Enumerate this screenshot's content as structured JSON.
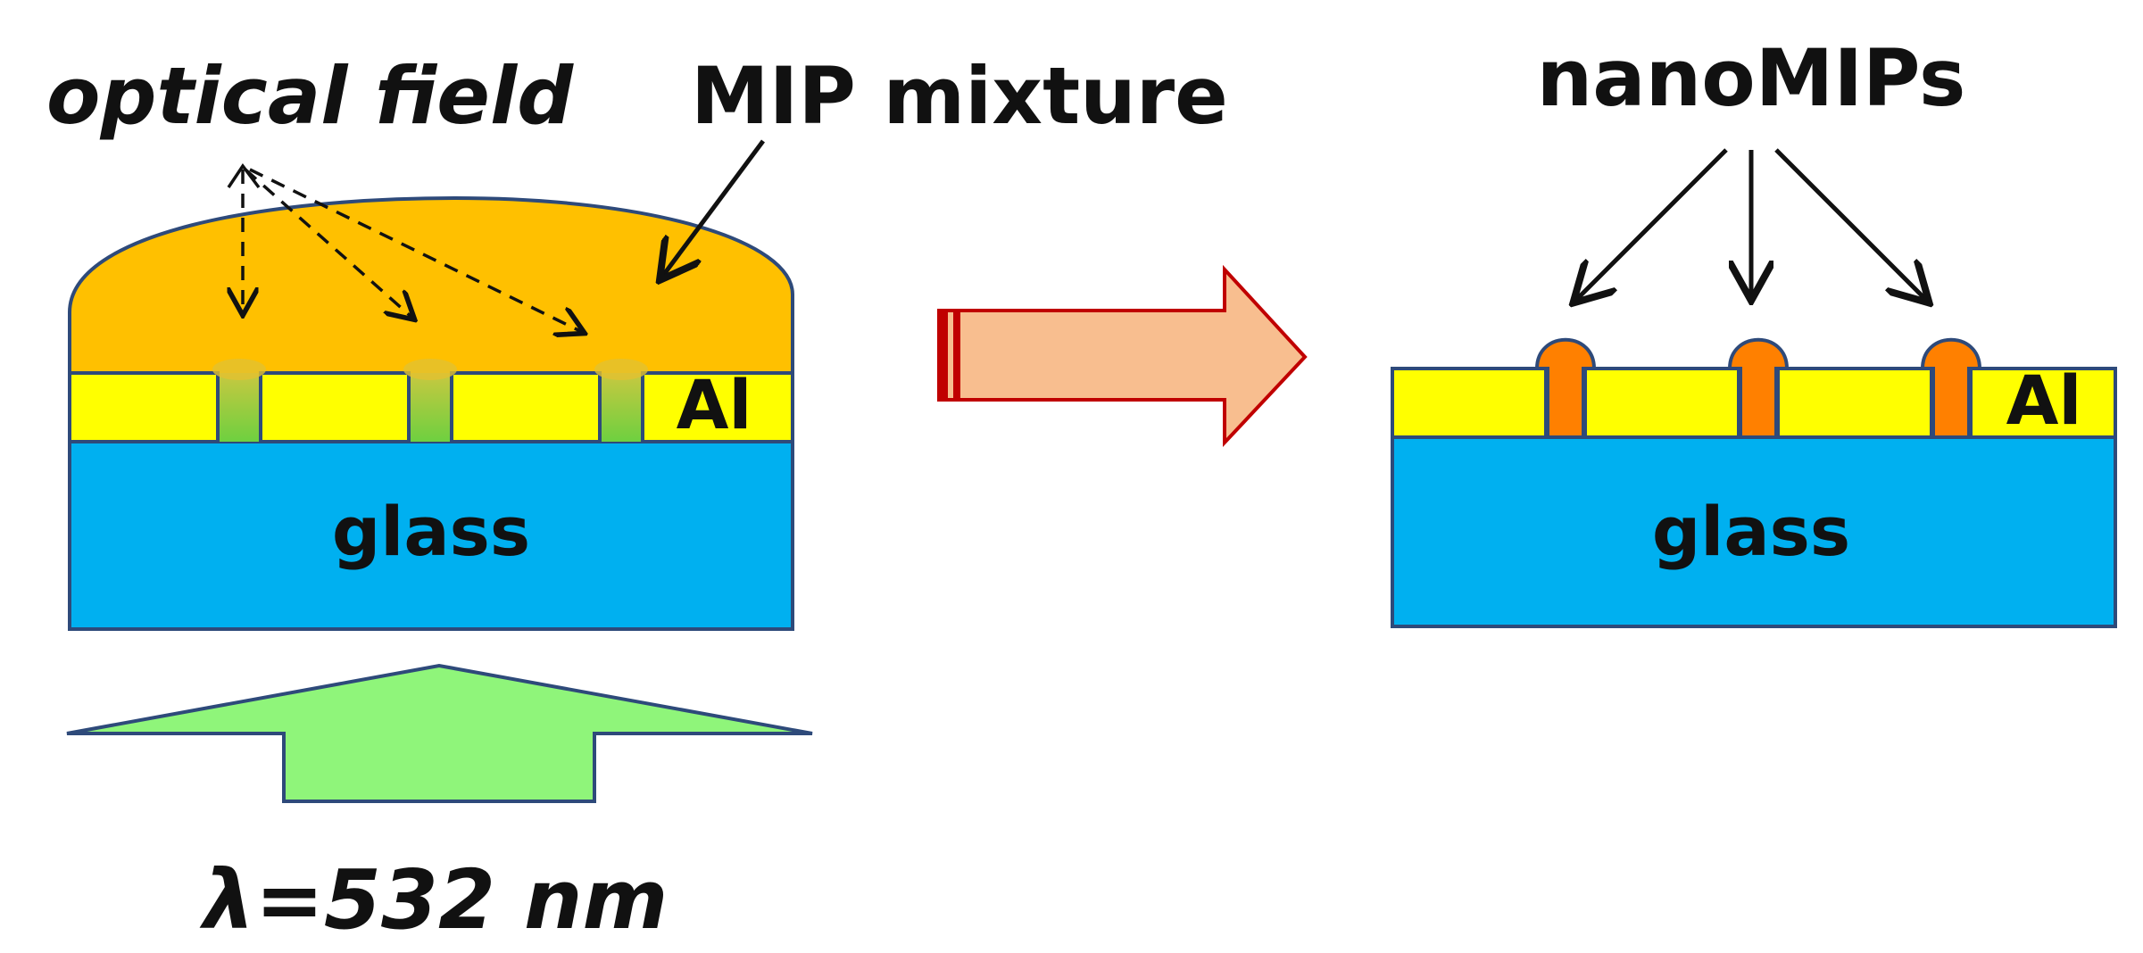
{
  "labels": {
    "optical_field": "optical field",
    "mip_mixture": "MIP mixture",
    "nanomips": "nanoMIPs",
    "al_left": "Al",
    "al_right": "Al",
    "glass_left": "glass",
    "glass_right": "glass",
    "wavelength": "λ=532 nm"
  },
  "colors": {
    "glass": "#00B0F0",
    "aluminum": "#FFFF00",
    "mip_mixture": "#FFC000",
    "nanomip": "#FF8000",
    "outline": "#2E4A7A",
    "light_arrow": "#8FF57A",
    "process_arrow_fill": "#F8BE8F",
    "process_arrow_stroke": "#C00000"
  }
}
